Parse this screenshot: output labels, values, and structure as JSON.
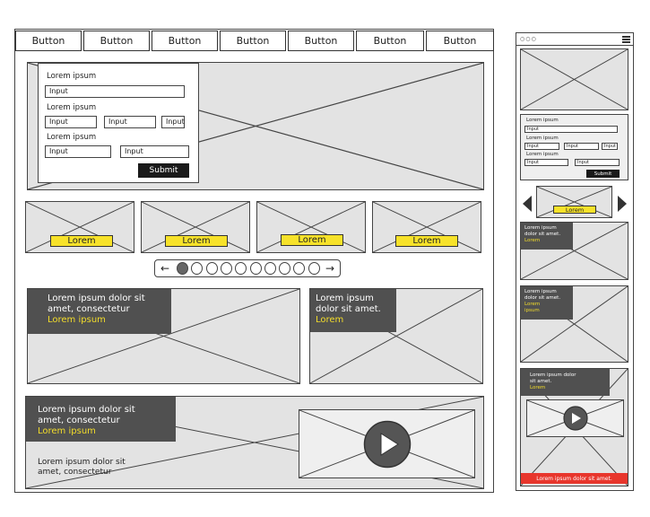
{
  "nav": {
    "buttons": [
      "Button",
      "Button",
      "Button",
      "Button",
      "Button",
      "Button",
      "Button"
    ]
  },
  "form": {
    "label_1": "Lorem ipsum",
    "label_2": "Lorem ipsum",
    "label_3": "Lorem ipsum",
    "input_placeholder": "Input",
    "submit": "Submit"
  },
  "thumbnails": {
    "tags": [
      "Lorem",
      "Lorem",
      "Lorem",
      "Lorem"
    ]
  },
  "pager": {
    "prev": "←",
    "next": "→",
    "total_dots": 10,
    "active_index": 0
  },
  "feature_left": {
    "text": "Lorem ipsum dolor sit\namet, consectetur",
    "highlight": "Lorem ipsum"
  },
  "feature_right": {
    "text": "Lorem ipsum\ndolor sit amet.",
    "highlight": "Lorem"
  },
  "video_section": {
    "text": "Lorem ipsum dolor sit\namet, consectetur",
    "highlight": "Lorem ipsum",
    "caption": "Lorem ipsum dolor sit\namet, consectetur"
  },
  "mobile": {
    "form": {
      "label_1": "Lorem ipsum",
      "label_2": "Lorem ipsum",
      "label_3": "Lorem ipsum",
      "input_placeholder": "Input",
      "submit": "Submit"
    },
    "carousel_tag": "Lorem",
    "card_1": {
      "text": "Lorem ipsum\ndolor sit amet.",
      "highlight": "Lorem"
    },
    "card_2": {
      "text": "Lorem ipsum\ndolor sit amet.",
      "highlight": "Lorem\nipsum"
    },
    "card_3": {
      "text": "Lorem ipsum dolor\nsit amet.",
      "highlight": "Lorem"
    },
    "footer_bar": "Lorem ipsum dolor sit amet."
  },
  "colors": {
    "highlight_yellow": "#f7e22a",
    "overlay_gray": "#505050",
    "placeholder_gray": "#e3e3e3",
    "footer_red": "#e8362c"
  }
}
